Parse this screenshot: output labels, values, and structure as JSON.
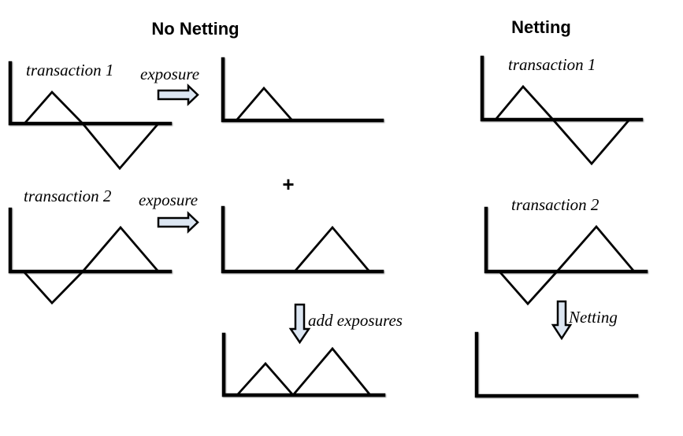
{
  "diagram": {
    "left_panel": {
      "title": "No Netting",
      "transaction_1_label": "transaction 1",
      "transaction_2_label": "transaction 2",
      "exposure_label_1": "exposure",
      "exposure_label_2": "exposure",
      "plus_sign": "+",
      "sum_label": "add exposures"
    },
    "right_panel": {
      "title": "Netting",
      "transaction_1_label": "transaction 1",
      "transaction_2_label": "transaction 2",
      "netting_label": "Netting"
    },
    "colors": {
      "arrow_fill": "#dce6f2",
      "line": "#000000"
    }
  }
}
